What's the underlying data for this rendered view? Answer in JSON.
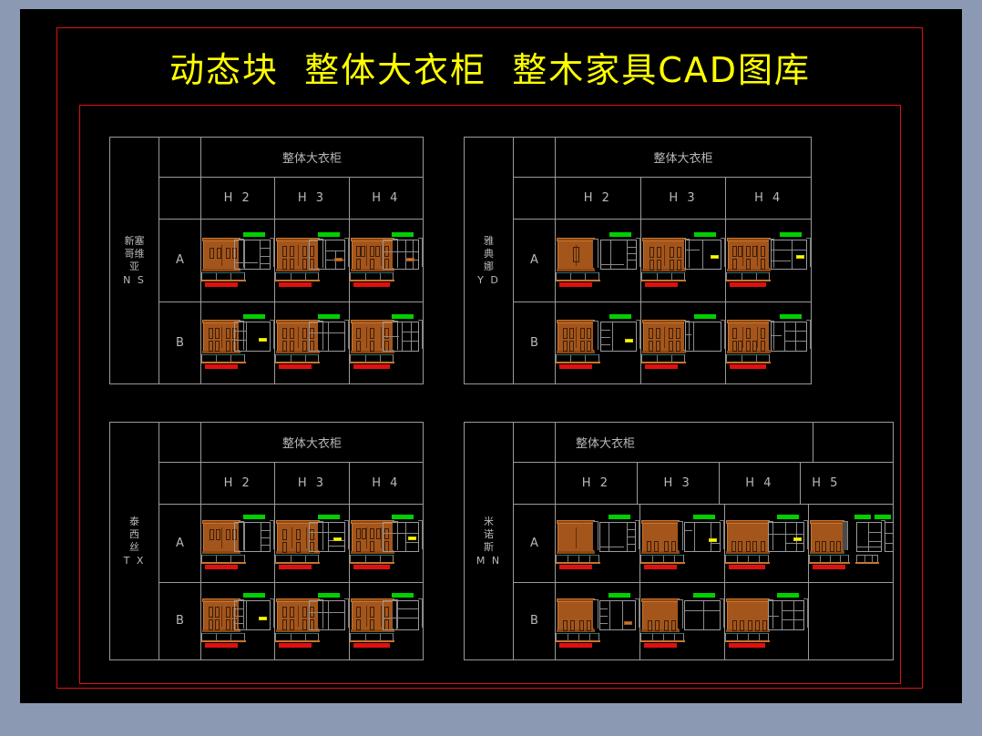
{
  "page": {
    "background_color": "#8b9ab2",
    "sheet_color": "#000000",
    "border_color": "#e01010",
    "title_color": "#ffff00",
    "grid_color": "#9a9a9a",
    "text_color": "#b9b9b9"
  },
  "title": "动态块  整体大衣柜  整木家具CAD图库",
  "tables": [
    {
      "id": "ns",
      "brand_cn_lines": [
        "新塞",
        "哥维",
        "亚"
      ],
      "brand_code": "N S",
      "span_header": "整体大衣柜",
      "columns": [
        "H 2",
        "H 3",
        "H 4"
      ],
      "extra_column": null,
      "rows": [
        {
          "label": "A",
          "cells": [
            {
              "present": true,
              "tag": "green",
              "accent": "none"
            },
            {
              "present": true,
              "tag": "green",
              "accent": "orange"
            },
            {
              "present": true,
              "tag": "green",
              "accent": "orange"
            }
          ]
        },
        {
          "label": "B",
          "cells": [
            {
              "present": true,
              "tag": "green",
              "accent": "yellow"
            },
            {
              "present": true,
              "tag": "green",
              "accent": "none"
            },
            {
              "present": true,
              "tag": "green",
              "accent": "none"
            }
          ]
        }
      ]
    },
    {
      "id": "yd",
      "brand_cn_lines": [
        "雅",
        "典",
        "娜"
      ],
      "brand_code": "Y D",
      "span_header": "整体大衣柜",
      "columns": [
        "H 2",
        "H 3",
        "H 4"
      ],
      "extra_column": null,
      "rows": [
        {
          "label": "A",
          "cells": [
            {
              "present": true,
              "tag": "green",
              "accent": "none"
            },
            {
              "present": true,
              "tag": "green",
              "accent": "yellow"
            },
            {
              "present": true,
              "tag": "green",
              "accent": "yellow"
            }
          ]
        },
        {
          "label": "B",
          "cells": [
            {
              "present": true,
              "tag": "green",
              "accent": "yellow"
            },
            {
              "present": true,
              "tag": "green",
              "accent": "none"
            },
            {
              "present": true,
              "tag": "green",
              "accent": "none"
            }
          ]
        }
      ]
    },
    {
      "id": "tx",
      "brand_cn_lines": [
        "泰",
        "西",
        "丝"
      ],
      "brand_code": "T X",
      "span_header": "整体大衣柜",
      "columns": [
        "H 2",
        "H 3",
        "H 4"
      ],
      "extra_column": null,
      "rows": [
        {
          "label": "A",
          "cells": [
            {
              "present": true,
              "tag": "green",
              "accent": "none"
            },
            {
              "present": true,
              "tag": "green",
              "accent": "yellow"
            },
            {
              "present": true,
              "tag": "green",
              "accent": "yellow"
            }
          ]
        },
        {
          "label": "B",
          "cells": [
            {
              "present": true,
              "tag": "green",
              "accent": "yellow"
            },
            {
              "present": true,
              "tag": "green",
              "accent": "none"
            },
            {
              "present": true,
              "tag": "green",
              "accent": "none"
            }
          ]
        }
      ]
    },
    {
      "id": "mn",
      "brand_cn_lines": [
        "米",
        "诺",
        "斯"
      ],
      "brand_code": "M N",
      "span_header": "整体大衣柜",
      "columns": [
        "H 2",
        "H 3",
        "H 4",
        "H 5"
      ],
      "extra_column": "H 5",
      "rows": [
        {
          "label": "A",
          "cells": [
            {
              "present": true,
              "tag": "green",
              "accent": "none"
            },
            {
              "present": true,
              "tag": "green",
              "accent": "yellow"
            },
            {
              "present": true,
              "tag": "green",
              "accent": "yellow"
            },
            {
              "present": true,
              "tag": "green-double",
              "accent": "none"
            }
          ]
        },
        {
          "label": "B",
          "cells": [
            {
              "present": true,
              "tag": "green",
              "accent": "orange"
            },
            {
              "present": true,
              "tag": "green",
              "accent": "none"
            },
            {
              "present": true,
              "tag": "green",
              "accent": "none"
            },
            {
              "present": false,
              "tag": "none",
              "accent": "none"
            }
          ]
        }
      ]
    }
  ]
}
